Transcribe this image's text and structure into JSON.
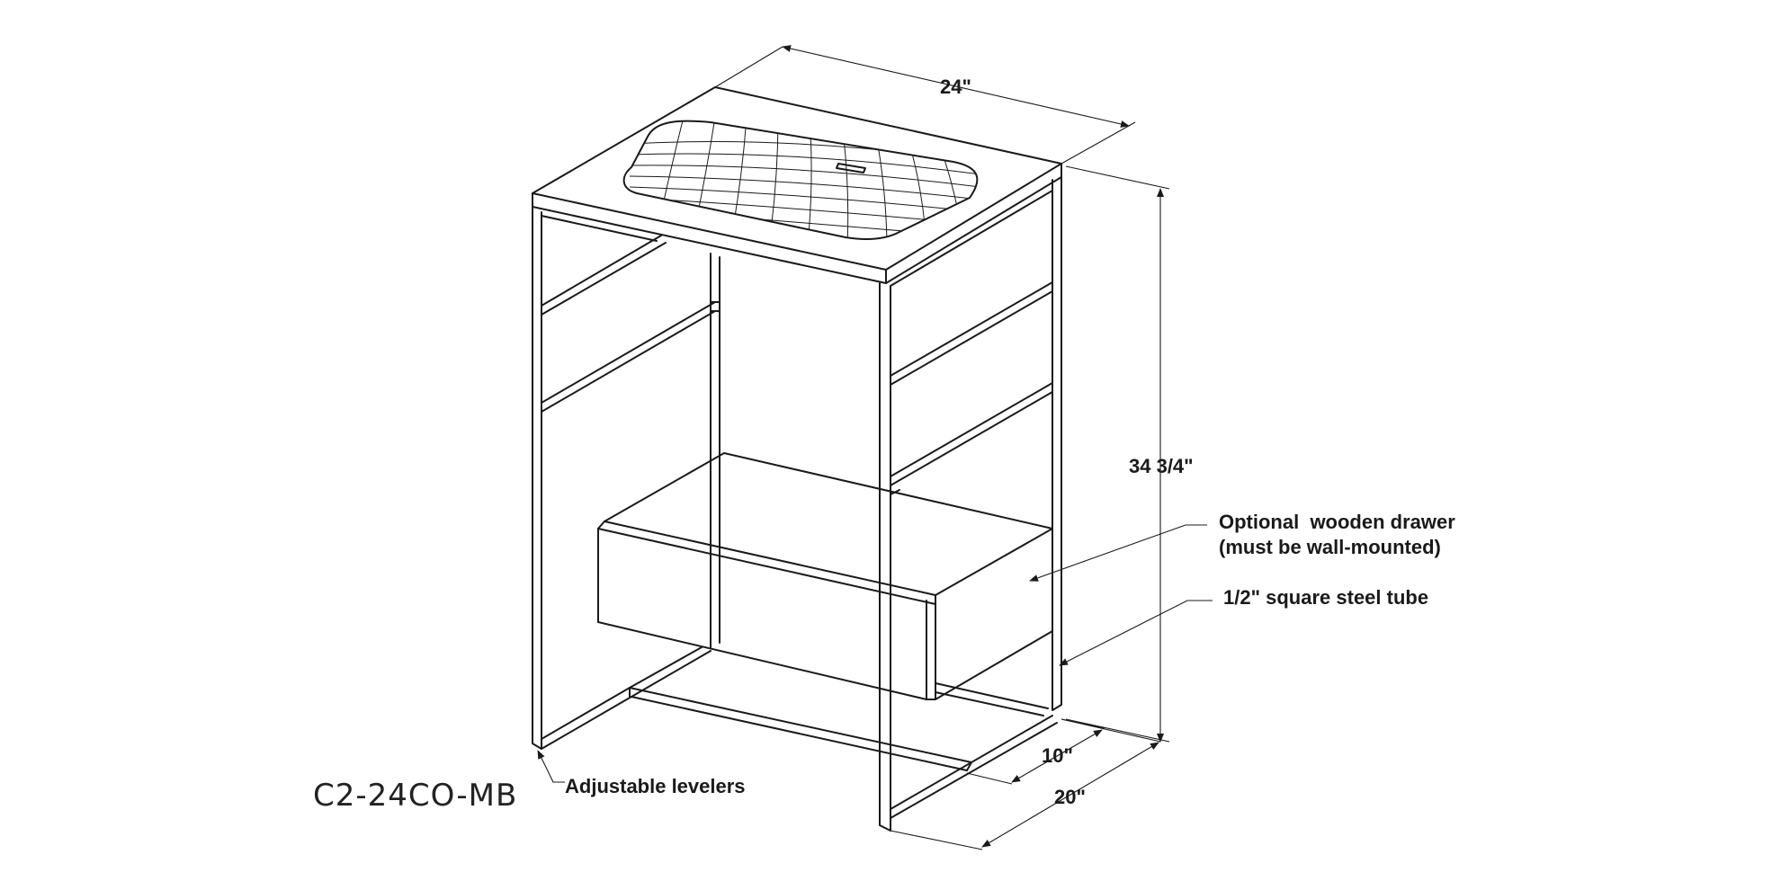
{
  "model_code": "C2-24CO-MB",
  "dimensions": {
    "width": "24\"",
    "height": "34 3/4\"",
    "drawer_depth": "10\"",
    "depth": "20\""
  },
  "callouts": {
    "drawer_line1": "Optional  wooden drawer",
    "drawer_line2": "(must be wall-mounted)",
    "tube": "1/2\" square steel tube",
    "levelers": "Adjustable levelers"
  },
  "colors": {
    "line": "#1a1a1a",
    "background": "#ffffff"
  }
}
